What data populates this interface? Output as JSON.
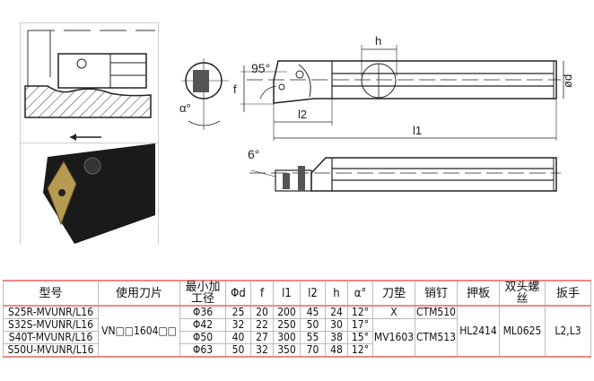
{
  "drawing": {
    "labels": {
      "h": "h",
      "angle95": "95°",
      "f": "f",
      "alpha": "α°",
      "l2": "l2",
      "l1": "l1",
      "d": "ød",
      "angle6": "6°"
    }
  },
  "table": {
    "headers": [
      "型号",
      "使用刀片",
      "最小加工径",
      "Φd",
      "f",
      "l1",
      "l2",
      "h",
      "α°",
      "刀垫",
      "销钉",
      "押板",
      "双头螺丝",
      "扳手"
    ],
    "rows": [
      {
        "model": "S25R-MVUNR/L16",
        "min": "Φ36",
        "d": "25",
        "f": "20",
        "l1": "200",
        "l2": "45",
        "h": "24",
        "a": "12°"
      },
      {
        "model": "S32S-MVUNR/L16",
        "min": "Φ42",
        "d": "32",
        "f": "22",
        "l1": "250",
        "l2": "50",
        "h": "30",
        "a": "17°"
      },
      {
        "model": "S40T-MVUNR/L16",
        "min": "Φ50",
        "d": "40",
        "f": "27",
        "l1": "300",
        "l2": "55",
        "h": "38",
        "a": "15°"
      },
      {
        "model": "S50U-MVUNR/L16",
        "min": "Φ63",
        "d": "50",
        "f": "32",
        "l1": "350",
        "l2": "70",
        "h": "48",
        "a": "12°"
      }
    ],
    "insert": "VN□□1604□□",
    "shim": [
      "X",
      "MV1603"
    ],
    "pin": [
      "CTM510",
      "CTM513"
    ],
    "clamp": "HL2414",
    "screw": "ML0625",
    "wrench": "L2,L3"
  }
}
